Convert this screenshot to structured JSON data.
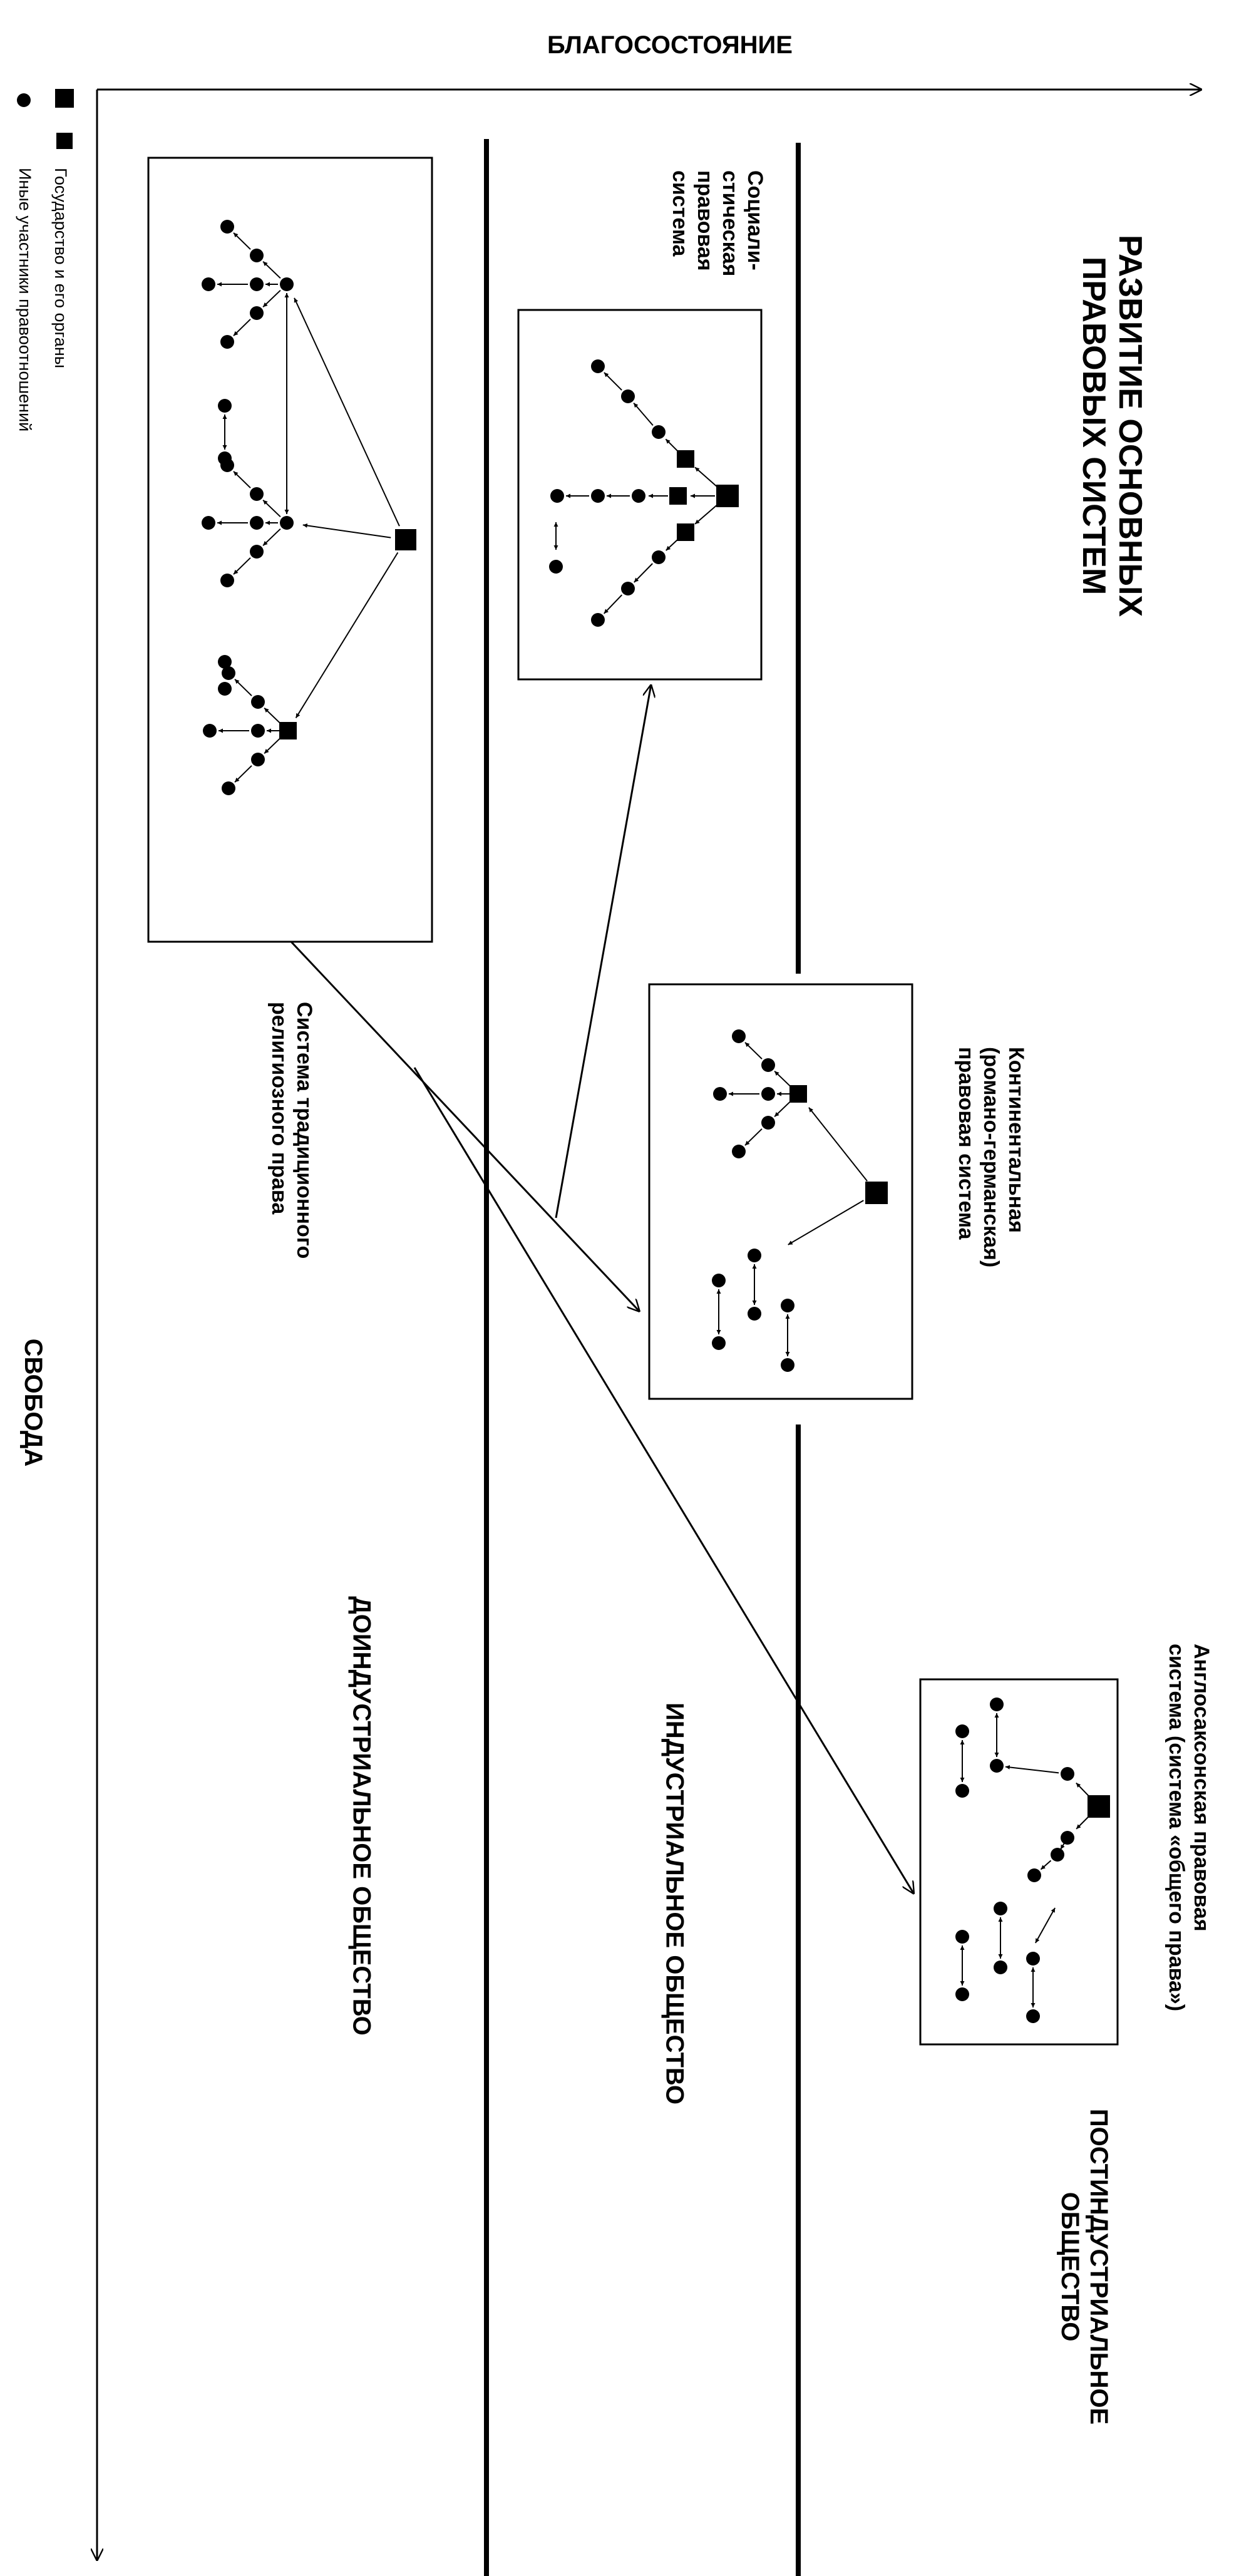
{
  "title_lines": [
    "РАЗВИТИЕ ОСНОВНЫХ",
    "ПРАВОВЫХ СИСТЕМ"
  ],
  "axis_x_label": "БЛАГОСОСТОЯНИЕ",
  "axis_y_label": "СВОБОДА",
  "legend": {
    "state_label": "Государство и его органы",
    "participants_label": "Иные участники правоотношений"
  },
  "eras": {
    "preindustrial": "ДОИНДУСТРИАЛЬНОЕ ОБЩЕСТВО",
    "industrial": "ИНДУСТРИАЛЬНОЕ ОБЩЕСТВО",
    "postindustrial_lines": [
      "ПОСТИНДУСТРИАЛЬНОЕ",
      "ОБЩЕСТВО"
    ]
  },
  "systems": {
    "religious_lines": [
      "Система традиционного",
      "религиозного права"
    ],
    "socialist_lines": [
      "Социали-",
      "стическая",
      "правовая",
      "система"
    ],
    "continental_lines": [
      "Континентальная",
      "(романо-германская)",
      "правовая система"
    ],
    "anglosaxon_lines": [
      "Англосаксонская правовая",
      "система (система «общего права»)"
    ]
  },
  "colors": {
    "ink": "#000000",
    "background": "#ffffff"
  }
}
